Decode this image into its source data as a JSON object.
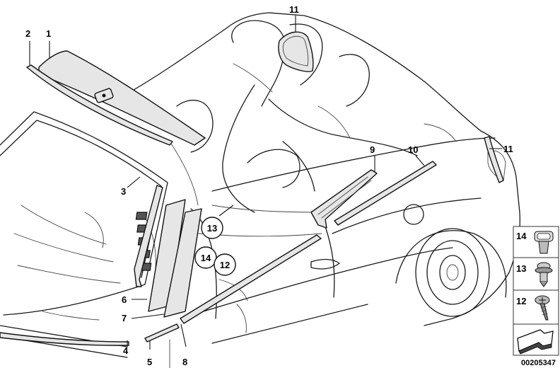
{
  "callouts": {
    "c1": "1",
    "c2": "2",
    "c3": "3",
    "c4": "4",
    "c5": "5",
    "c6": "6",
    "c7": "7",
    "c8": "8",
    "c9": "9",
    "c10": "10",
    "c11a": "11",
    "c11b": "11",
    "c13": "13",
    "c14": "14",
    "c12": "12"
  },
  "legend": {
    "items": [
      {
        "number": "14",
        "icon": "expanding-clip-icon"
      },
      {
        "number": "13",
        "icon": "rivet-clip-icon"
      },
      {
        "number": "12",
        "icon": "screw-icon"
      }
    ]
  },
  "image_id": "00205347",
  "colors": {
    "line": "#1a1a1a",
    "part_fill": "#e6e6e6",
    "background": "#ffffff"
  }
}
